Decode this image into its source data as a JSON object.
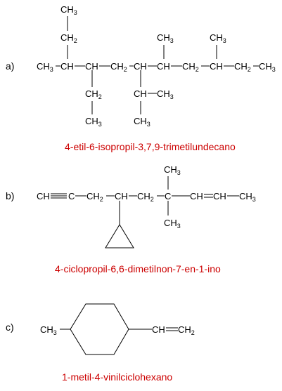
{
  "structures": [
    {
      "label": "a)",
      "name": "4-etil-6-isopropil-3,7,9-trimetilundecano"
    },
    {
      "label": "b)",
      "name": "4-ciclopropil-6,6-dimetilnon-7-en-1-ino"
    },
    {
      "label": "c)",
      "name": "1-metil-4-vinilciclohexano"
    }
  ],
  "formula_text": {
    "ch3": "CH",
    "ch2": "CH",
    "ch": "CH",
    "c": "C",
    "three": "3",
    "two": "2"
  },
  "colors": {
    "name": "#cc0000",
    "bonds": "#000000"
  }
}
